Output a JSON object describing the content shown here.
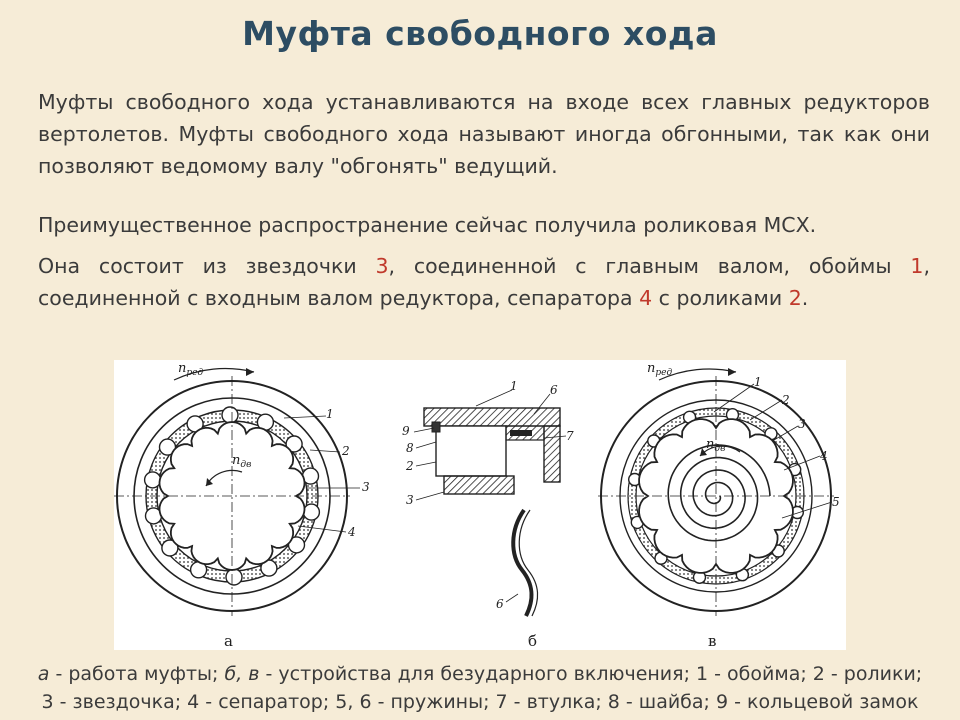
{
  "slide": {
    "title": "Муфта свободного хода",
    "paragraph1": "Муфты свободного хода устанавливаются на входе всех главных редукторов вертолетов. Муфты свободного хода называют иногда обгонными, так как они позволяют ведомому валу \"обгонять\" ведущий.",
    "paragraph2": "Преимущественное распространение сейчас получила роликовая МСХ.",
    "paragraph3": {
      "t1": "Она состоит из звездочки ",
      "n1": "3",
      "t2": ", соединенной с главным валом, обоймы ",
      "n2": "1",
      "t3": ", соединенной с входным валом редуктора, сепаратора ",
      "n3": "4",
      "t4": " с роликами ",
      "n4": "2",
      "t5": "."
    }
  },
  "figure": {
    "view_a": {
      "label": "а",
      "n_red": "n",
      "n_red_sub": "ред",
      "n_dv": "n",
      "n_dv_sub": "дв",
      "callouts": [
        "1",
        "2",
        "3",
        "4"
      ]
    },
    "view_b": {
      "label": "б",
      "callouts": [
        "1",
        "6",
        "9",
        "7",
        "8",
        "2",
        "3",
        "6"
      ]
    },
    "view_v": {
      "label": "в",
      "n_red": "n",
      "n_red_sub": "ред",
      "n_dv": "n",
      "n_dv_sub": "дв",
      "callouts": [
        "1",
        "2",
        "3",
        "4",
        "5"
      ]
    }
  },
  "caption": {
    "a_letter": "а",
    "a_text": " - работа муфты; ",
    "bv_letters": "б, в",
    "line1_rest": " - устройства для безударного включения; 1 - обойма; 2 - ролики;",
    "line2": "3 - звездочка; 4 - сепаратор; 5, 6 - пружины; 7 - втулка; 8 - шайба; 9 - кольцевой замок"
  },
  "colors": {
    "title": "#2d4d63",
    "background": "#f6ecd7",
    "number_highlight": "#c0392b"
  }
}
